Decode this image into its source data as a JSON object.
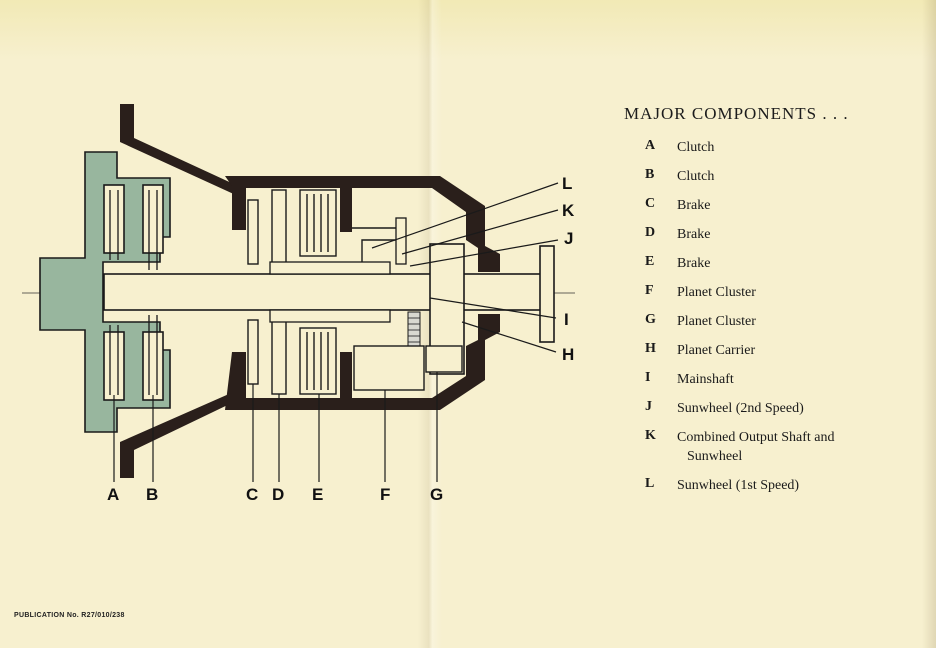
{
  "heading": "MAJOR COMPONENTS . . .",
  "components": [
    {
      "key": "A",
      "desc": "Clutch"
    },
    {
      "key": "B",
      "desc": "Clutch"
    },
    {
      "key": "C",
      "desc": "Brake"
    },
    {
      "key": "D",
      "desc": "Brake"
    },
    {
      "key": "E",
      "desc": "Brake"
    },
    {
      "key": "F",
      "desc": "Planet Cluster"
    },
    {
      "key": "G",
      "desc": "Planet Cluster"
    },
    {
      "key": "H",
      "desc": "Planet Carrier"
    },
    {
      "key": "I",
      "desc": "Mainshaft"
    },
    {
      "key": "J",
      "desc": "Sunwheel (2nd Speed)"
    },
    {
      "key": "K",
      "desc": "Combined Output Shaft and",
      "desc2": "Sunwheel"
    },
    {
      "key": "L",
      "desc": "Sunwheel (1st Speed)"
    }
  ],
  "diagram_labels": {
    "bottom": [
      "A",
      "B",
      "C",
      "D",
      "E",
      "F",
      "G"
    ],
    "right": [
      "L",
      "K",
      "J",
      "I",
      "H"
    ]
  },
  "publication": "PUBLICATION No. R27/010/238",
  "colors": {
    "paper": "#f7f0cf",
    "housing": "#2a1f1b",
    "clutch_fill": "#98b69e",
    "line": "#1a1a1a"
  }
}
